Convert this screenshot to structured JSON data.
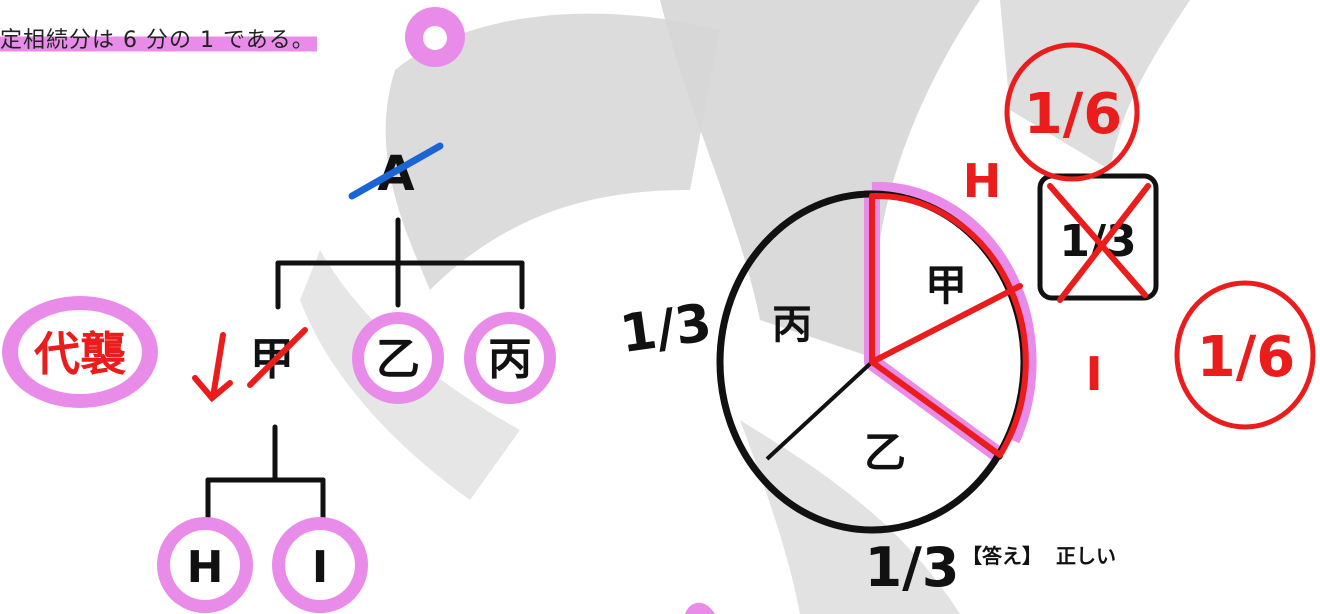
{
  "sentence": {
    "text": "定相続分は 6 分の 1 である。"
  },
  "tree": {
    "root": "A",
    "children": [
      "甲",
      "乙",
      "丙"
    ],
    "grandchildren": [
      "H",
      "I"
    ],
    "substitution_note": "代襲"
  },
  "pie": {
    "slices": [
      {
        "label": "丙",
        "value": 1
      },
      {
        "label": "甲",
        "value": 1
      },
      {
        "label": "乙",
        "value": 1
      }
    ],
    "fraction_left": "1/3",
    "fraction_bottom": "1/3",
    "fraction_box": "1/3",
    "split_labels": [
      "H",
      "I"
    ],
    "split_fractions": [
      "1/6",
      "1/6"
    ]
  },
  "answer": {
    "bracket": "【答え】",
    "value": "正しい"
  },
  "colors": {
    "red": "#ea1c1c",
    "pink": "#e98be9",
    "blue": "#1a64d6",
    "ink": "#111111"
  }
}
